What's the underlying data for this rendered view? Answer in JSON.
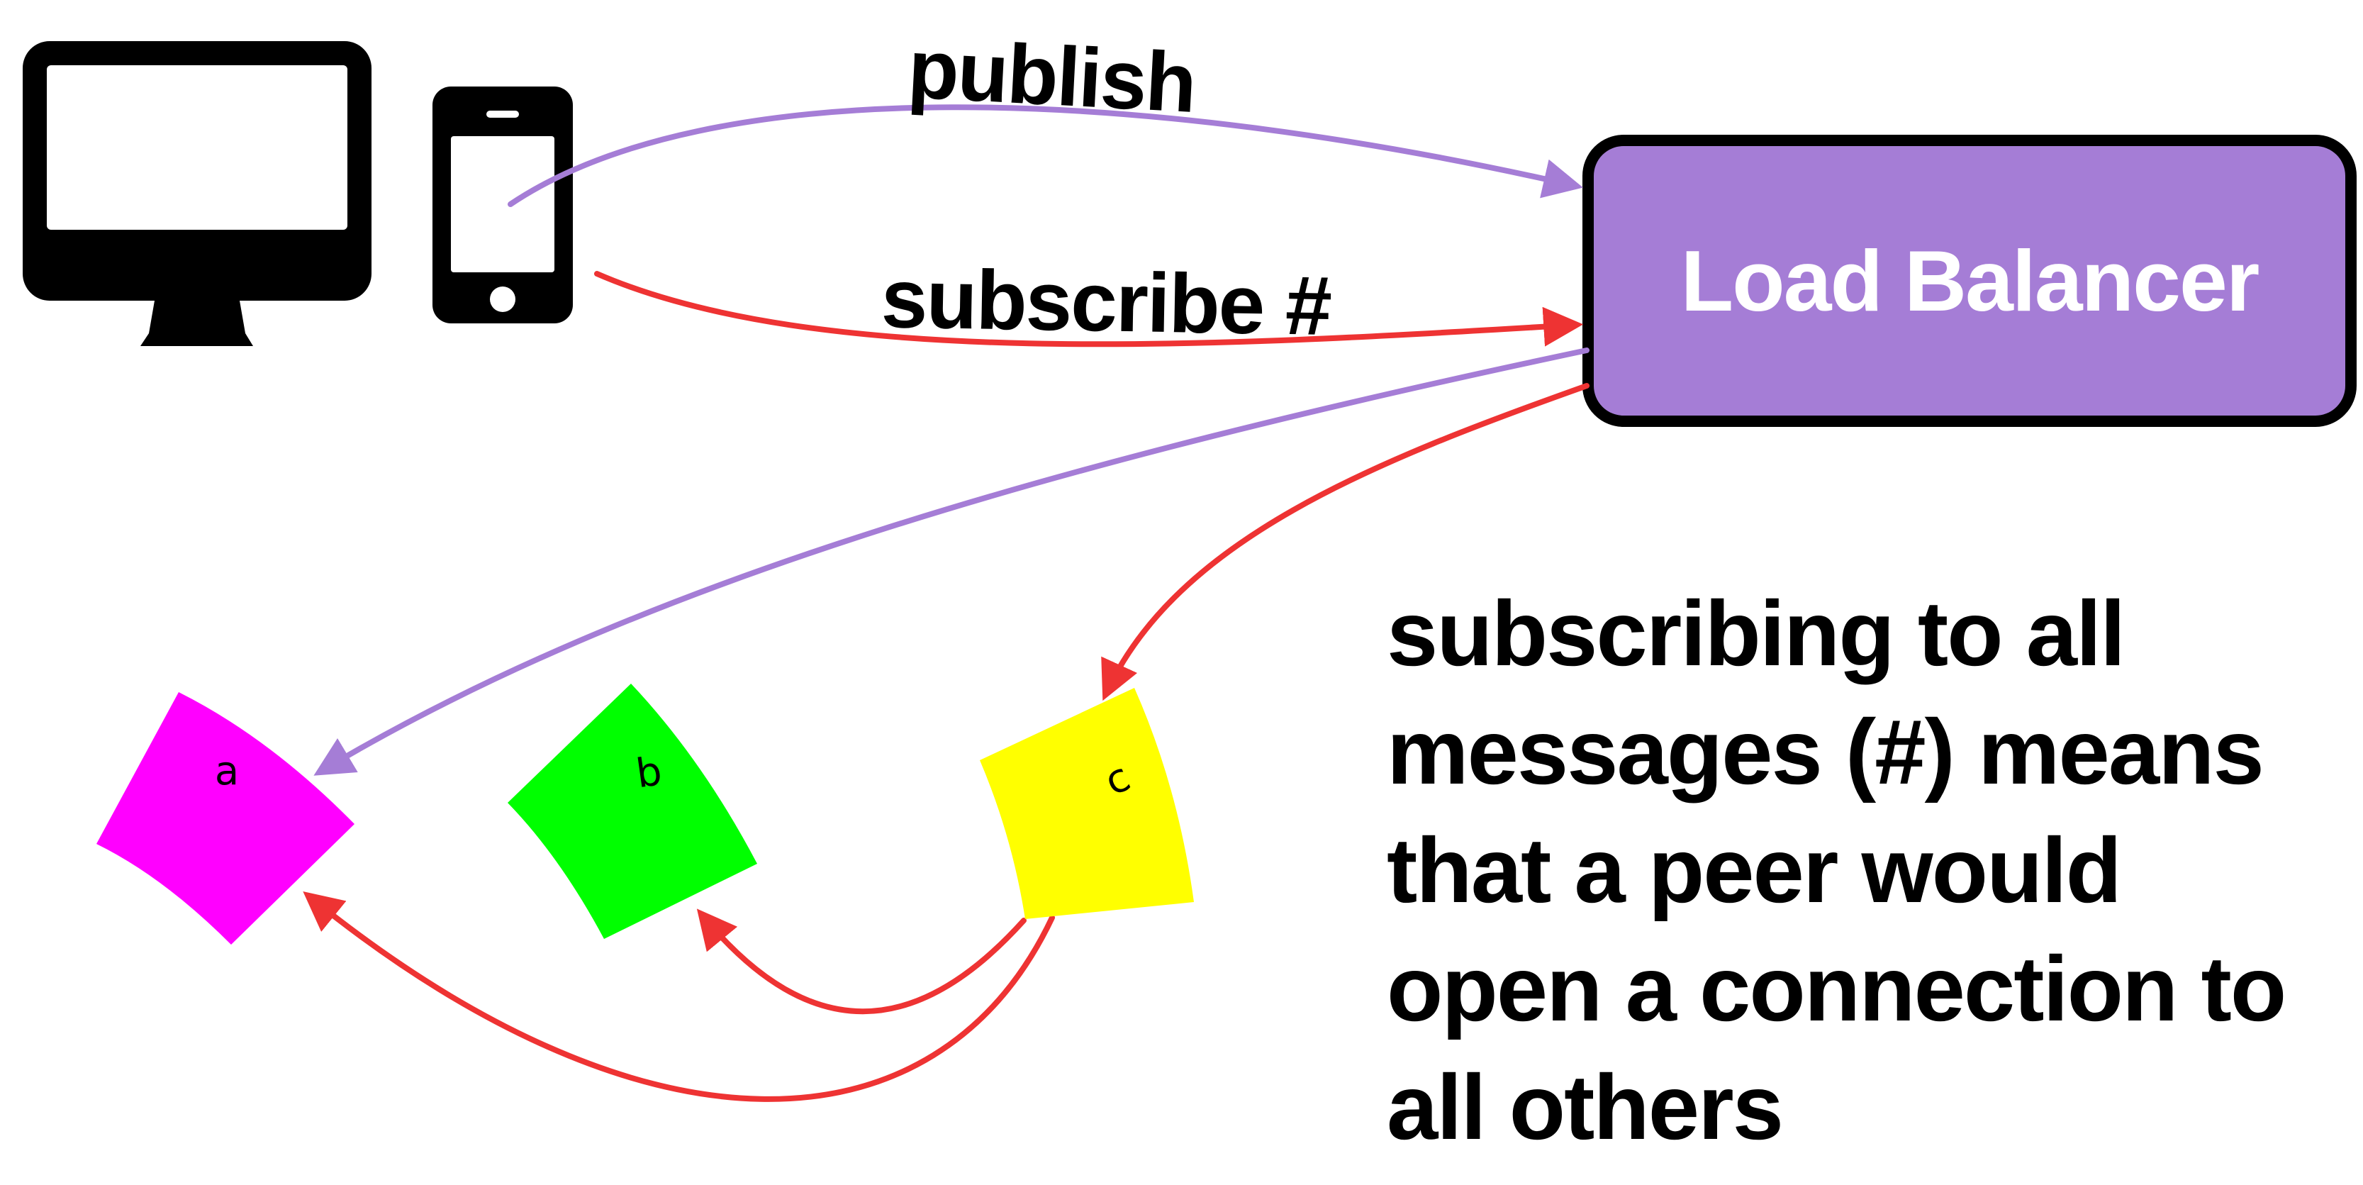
{
  "clients": {
    "desktop_icon": "desktop-monitor-icon",
    "phone_icon": "smartphone-icon"
  },
  "edges": {
    "publish_label": "publish",
    "subscribe_label": "subscribe #"
  },
  "load_balancer": {
    "label": "Load Balancer",
    "fill": "#a57dd6"
  },
  "nodes": [
    {
      "label": "a",
      "color": "#ff00ff"
    },
    {
      "label": "b",
      "color": "#00ff00"
    },
    {
      "label": "c",
      "color": "#ffff00"
    }
  ],
  "note": {
    "lines": [
      "subscribing to all",
      "messages (#) means",
      "that a peer would",
      "open a connection to",
      "all others"
    ]
  },
  "colors": {
    "publish_edge": "#a57dd6",
    "subscribe_edge": "#ee3333",
    "icon": "#000000"
  }
}
